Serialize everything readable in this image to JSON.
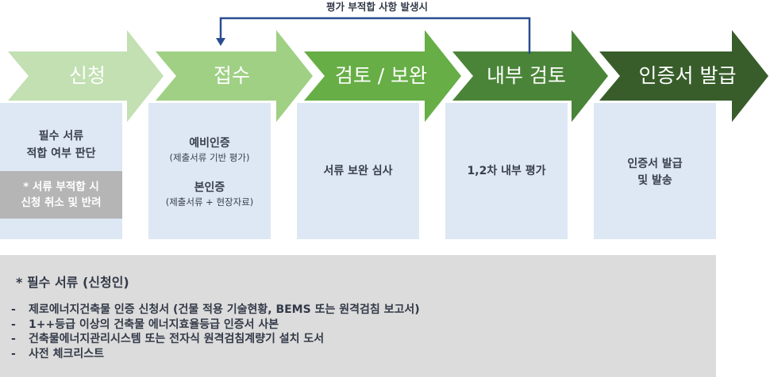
{
  "feedback": {
    "label": "평가 부적합 사항 발생시"
  },
  "colors": {
    "step1": "#c2e0b2",
    "step2": "#9fd084",
    "step3": "#66ae45",
    "step4": "#4a8438",
    "step5": "#385d2a",
    "loop_line": "#2a4d8f",
    "box_bg": "#dde8f4",
    "note_bg": "#b5b5b5",
    "docs_bg": "#dcdcdc"
  },
  "steps": [
    {
      "label": "신청",
      "lines": [
        "필수 서류",
        "적합 여부 판단"
      ]
    },
    {
      "label": "접수",
      "lines": [
        "예비인증",
        "(제출서류 기반 평가)",
        "본인증",
        "(제출서류 + 현장자료)"
      ]
    },
    {
      "label": "검토 / 보완",
      "lines": [
        "서류 보완 심사"
      ]
    },
    {
      "label": "내부 검토",
      "lines": [
        "1,2차 내부 평가"
      ]
    },
    {
      "label": "인증서 발급",
      "lines": [
        "인증서 발급",
        "및 발송"
      ]
    }
  ],
  "note": {
    "lines": [
      "* 서류 부적합 시",
      "신청 취소 및 반려"
    ]
  },
  "docs": {
    "title": "* 필수 서류 (신청인)",
    "items": [
      "제로에너지건축물 인증 신청서 (건물 적용 기술현황, BEMS 또는 원격검침 보고서)",
      "1++등급 이상의 건축물 에너지효율등급 인증서 사본",
      "건축물에너지관리시스템 또는 전자식 원격검침계량기 설치 도서",
      "사전 체크리스트"
    ]
  }
}
